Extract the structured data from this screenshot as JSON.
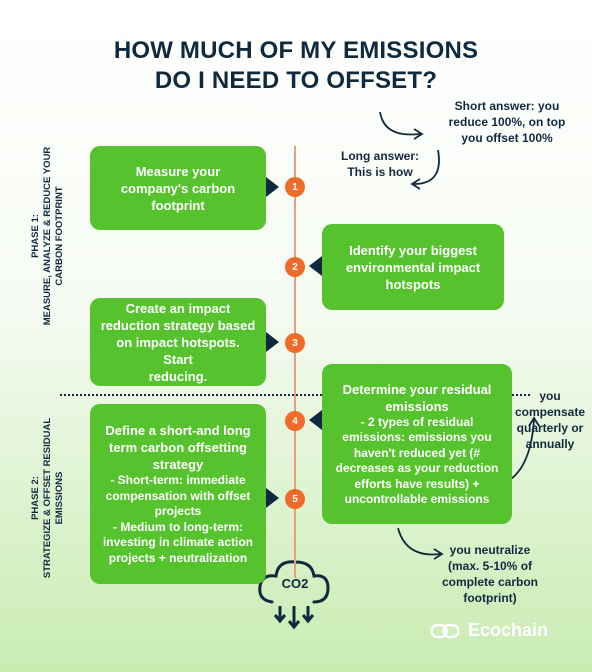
{
  "title": {
    "line1": "HOW MUCH OF MY EMISSIONS",
    "line2": "DO I NEED TO OFFSET?"
  },
  "short_answer": {
    "line1": "Short answer: you",
    "line2": "reduce 100%, on top",
    "line3": "you offset 100%"
  },
  "long_answer": {
    "line1": "Long answer:",
    "line2": "This is how"
  },
  "phase1": {
    "line1": "PHASE 1:",
    "line2": "MEASURE, ANALYZE & REDUCE YOUR",
    "line3": "CARBON FOOTPRINT"
  },
  "phase2": {
    "line1": "PHASE 2:",
    "line2": "STRATEGIZE & OFFSET RESIDUAL",
    "line3": "EMISSIONS"
  },
  "steps": {
    "s1": {
      "num": "1",
      "line1": "Measure your",
      "line2": "company's carbon",
      "line3": "footprint"
    },
    "s2": {
      "num": "2",
      "line1": "Identify your biggest",
      "line2": "environmental impact",
      "line3": "hotspots"
    },
    "s3": {
      "num": "3",
      "line1": "Create an impact",
      "line2": "reduction strategy based",
      "line3": "on impact hotspots. Start",
      "line4": "reducing."
    },
    "s4": {
      "num": "4",
      "line1": "Determine your residual",
      "line2": "emissions",
      "line3": "- 2 types of residual",
      "line4": "emissions: emissions you",
      "line5": "haven't reduced yet (#",
      "line6": "decreases as your reduction",
      "line7": "efforts have results) +",
      "line8": "uncontrollable emissions"
    },
    "s5": {
      "num": "5",
      "line1": "Define a short-and long",
      "line2": "term carbon offsetting",
      "line3": "strategy",
      "line4": "- Short-term: immediate",
      "line5": "compensation with offset",
      "line6": "projects",
      "line7": "- Medium to long-term:",
      "line8": "investing in climate action",
      "line9": "projects + neutralization"
    }
  },
  "compensate_note": {
    "line1": "you",
    "line2": "compensate",
    "line3": "quarterly or",
    "line4": "annually"
  },
  "neutralize_note": {
    "line1": "you neutralize",
    "line2": "(max. 5-10% of",
    "line3": "complete carbon",
    "line4": "footprint)"
  },
  "co2_label": "CO2",
  "brand": "Ecochain",
  "colors": {
    "green": "#56c32e",
    "navy": "#0f2a3f",
    "orange": "#f06a2a"
  }
}
